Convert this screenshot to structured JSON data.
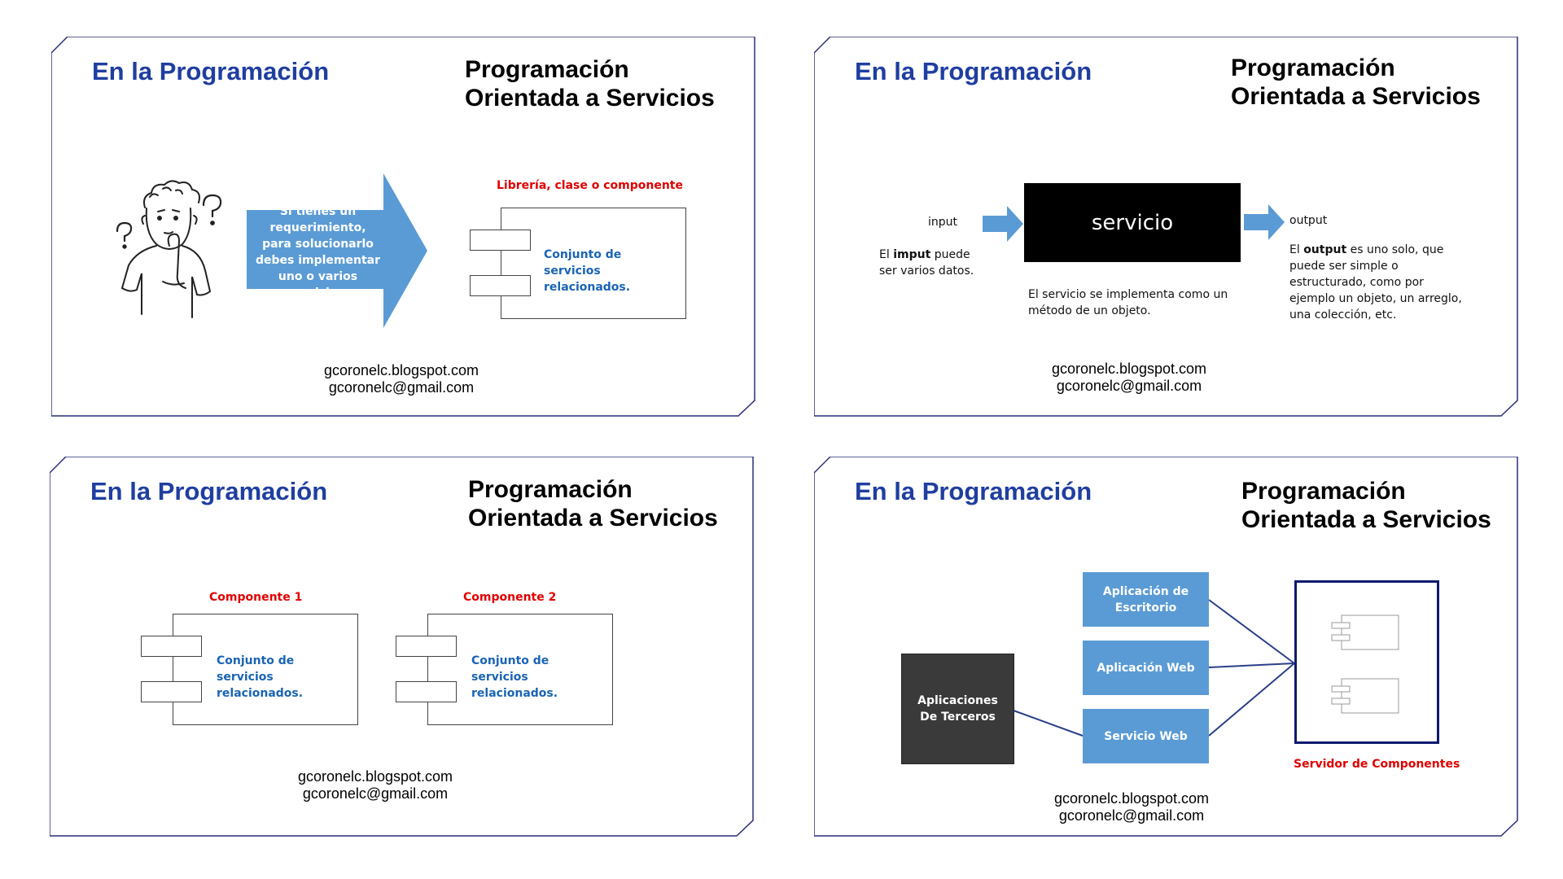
{
  "slides": [
    {
      "heading": "En la Programación",
      "title_line1": "Programación",
      "title_line2": "Orientada a Servicios",
      "arrow_text": "Si tienes un requerimiento, para solucionarlo debes implementar uno o varios servicios.",
      "component_label": "Librería, clase o componente",
      "component_text": "Conjunto de servicios relacionados.",
      "contact_blog": "gcoronelc.blogspot.com",
      "contact_email": "gcoronelc@gmail.com"
    },
    {
      "heading": "En la Programación",
      "title_line1": "Programación",
      "title_line2": "Orientada a Servicios",
      "input_label": "input",
      "input_desc_pre": "El ",
      "input_desc_bold": "imput",
      "input_desc_post": " puede ser varios datos.",
      "service_label": "servicio",
      "service_desc": "El servicio se implementa como un método de un objeto.",
      "output_label": "output",
      "output_desc_pre": "El ",
      "output_desc_bold": "output",
      "output_desc_post": " es uno solo, que puede ser simple o estructurado, como por ejemplo un objeto, un arreglo, una colección, etc.",
      "contact_blog": "gcoronelc.blogspot.com",
      "contact_email": "gcoronelc@gmail.com"
    },
    {
      "heading": "En la Programación",
      "title_line1": "Programación",
      "title_line2": "Orientada a Servicios",
      "component1_label": "Componente 1",
      "component1_text": "Conjunto de servicios relacionados.",
      "component2_label": "Componente 2",
      "component2_text": "Conjunto de servicios relacionados.",
      "contact_blog": "gcoronelc.blogspot.com",
      "contact_email": "gcoronelc@gmail.com"
    },
    {
      "heading": "En la Programación",
      "title_line1": "Programación",
      "title_line2": "Orientada a Servicios",
      "third_party_apps": "Aplicaciones De Terceros",
      "desktop_app": "Aplicación de Escritorio",
      "web_app": "Aplicación Web",
      "web_service": "Servicio Web",
      "server_label": "Servidor de Componentes",
      "contact_blog": "gcoronelc.blogspot.com",
      "contact_email": "gcoronelc@gmail.com"
    }
  ],
  "colors": {
    "heading_blue": "#1f3ea0",
    "frame_navy": "#2a2f7a",
    "accent_blue": "#5b9bd5",
    "label_red": "#e00000",
    "text_blue": "#1a64b4",
    "dark_box": "#3a3a3a"
  }
}
